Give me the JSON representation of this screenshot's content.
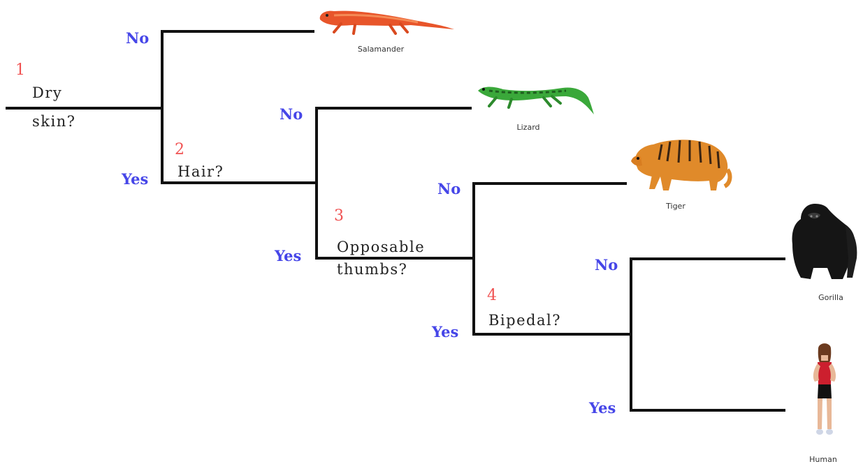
{
  "colors": {
    "line": "#111111",
    "question_number": "#f05252",
    "answer": "#4646e8",
    "question_text": "#222222"
  },
  "nodes": [
    {
      "number": "1",
      "question_line1": "Dry",
      "question_line2": "skin?"
    },
    {
      "number": "2",
      "question": "Hair?"
    },
    {
      "number": "3",
      "question_line1": "Opposable",
      "question_line2": "thumbs?"
    },
    {
      "number": "4",
      "question": "Bipedal?"
    }
  ],
  "answers": {
    "no": "No",
    "yes": "Yes"
  },
  "animals": [
    {
      "name": "Salamander",
      "icon": "salamander-icon"
    },
    {
      "name": "Lizard",
      "icon": "lizard-icon"
    },
    {
      "name": "Tiger",
      "icon": "tiger-icon"
    },
    {
      "name": "Gorilla",
      "icon": "gorilla-icon"
    },
    {
      "name": "Human",
      "icon": "human-icon"
    }
  ]
}
